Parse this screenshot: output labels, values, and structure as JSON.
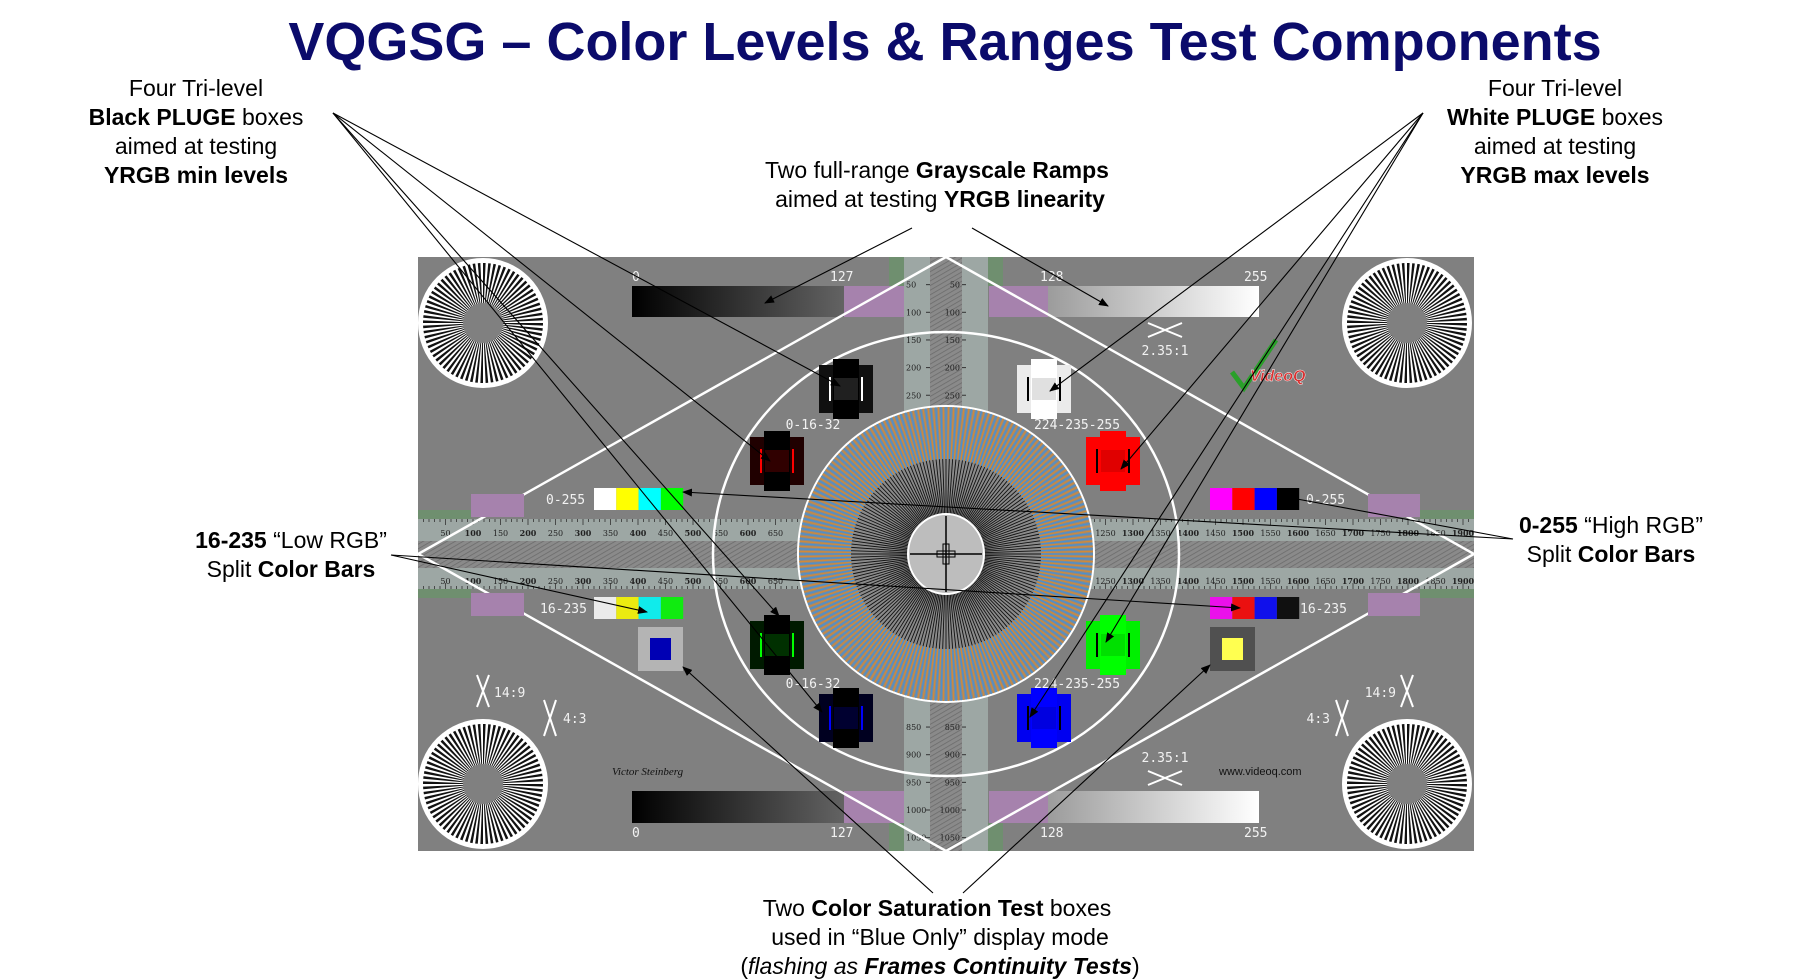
{
  "title": "VQGSG – Color Levels & Ranges Test Components",
  "annotations": {
    "black_pluge": [
      [
        "Four Tri-level"
      ],
      [
        "Black PLUGE",
        " boxes"
      ],
      [
        "aimed at testing"
      ],
      [
        "YRGB min levels"
      ]
    ],
    "white_pluge": [
      [
        "Four Tri-level"
      ],
      [
        "White PLUGE",
        " boxes"
      ],
      [
        "aimed at testing"
      ],
      [
        "YRGB max levels"
      ]
    ],
    "ramps": [
      [
        "Two full-range ",
        "Grayscale Ramps"
      ],
      [
        "aimed at testing ",
        "YRGB linearity"
      ]
    ],
    "low_rgb": [
      [
        "16-235",
        " “Low RGB”"
      ],
      [
        "Split ",
        "Color Bars"
      ]
    ],
    "high_rgb": [
      [
        "0-255",
        " “High RGB”"
      ],
      [
        "Split ",
        "Color Bars"
      ]
    ],
    "saturation": [
      [
        "Two ",
        "Color Saturation Test",
        " boxes"
      ],
      [
        "used in “Blue Only” display mode"
      ],
      [
        "(",
        "flashing as ",
        "Frames Continuity Tests",
        ")"
      ]
    ]
  },
  "pattern": {
    "ramp_labels": {
      "start": "0",
      "mid_low": "127",
      "mid_high": "128",
      "end": "255"
    },
    "pluge_label_black": "0-16-32",
    "pluge_label_white": "224-235-255",
    "bars_high_label": "0-255",
    "bars_low_label": "16-235",
    "aspect_14_9": "14:9",
    "aspect_4_3": "4:3",
    "aspect_235": "2.35:1",
    "logo": "VideoQ",
    "author": "Victor Steinberg",
    "website": "www.videoq.com",
    "ruler_h_values": [
      50,
      100,
      150,
      200,
      250,
      300,
      350,
      400,
      450,
      500,
      550,
      600,
      650,
      1250,
      1300,
      1350,
      1400,
      1450,
      1500,
      1550,
      1600,
      1650,
      1700,
      1750,
      1800,
      1850,
      1900
    ],
    "ruler_v_top": [
      50,
      100,
      150,
      200,
      250
    ],
    "ruler_v_bottom": [
      850,
      900,
      950,
      1000,
      1050
    ],
    "colors": {
      "background": "#808080",
      "purple": "#a682ad",
      "green_marker": "#6f8f6f",
      "ruler": "#9da7a4",
      "bars_high_left": [
        "#ffffff",
        "#ffff00",
        "#00ffff",
        "#00ff00"
      ],
      "bars_high_right": [
        "#ff00ff",
        "#ff0000",
        "#0000ff",
        "#000000"
      ],
      "bars_low_left": [
        "#ebebeb",
        "#ebeb10",
        "#10ebeb",
        "#10eb10"
      ],
      "bars_low_right": [
        "#eb10eb",
        "#eb1010",
        "#1010eb",
        "#101010"
      ],
      "sat_left": [
        "#b4b4b4",
        "#0000b4"
      ],
      "sat_right": [
        "#505050",
        "#ffff50"
      ]
    },
    "pluge_boxes": [
      {
        "name": "black",
        "colors": [
          "#101010",
          "#000000",
          "#202020",
          "#ffffff"
        ]
      },
      {
        "name": "white",
        "colors": [
          "#ebebeb",
          "#ffffff",
          "#e0e0e0",
          "#000000"
        ]
      },
      {
        "name": "dark-red",
        "colors": [
          "#200000",
          "#000000",
          "#300000",
          "#ff0000"
        ]
      },
      {
        "name": "red",
        "colors": [
          "#ff0000",
          "#ff0000",
          "#e00000",
          "#000000"
        ]
      },
      {
        "name": "dark-green",
        "colors": [
          "#001a00",
          "#000000",
          "#003000",
          "#00ff00"
        ]
      },
      {
        "name": "green",
        "colors": [
          "#00f000",
          "#00ff00",
          "#00e000",
          "#000000"
        ]
      },
      {
        "name": "dark-blue",
        "colors": [
          "#000020",
          "#000000",
          "#000030",
          "#0000ff"
        ]
      },
      {
        "name": "blue",
        "colors": [
          "#0000f0",
          "#0000ff",
          "#0000e0",
          "#000000"
        ]
      }
    ]
  }
}
